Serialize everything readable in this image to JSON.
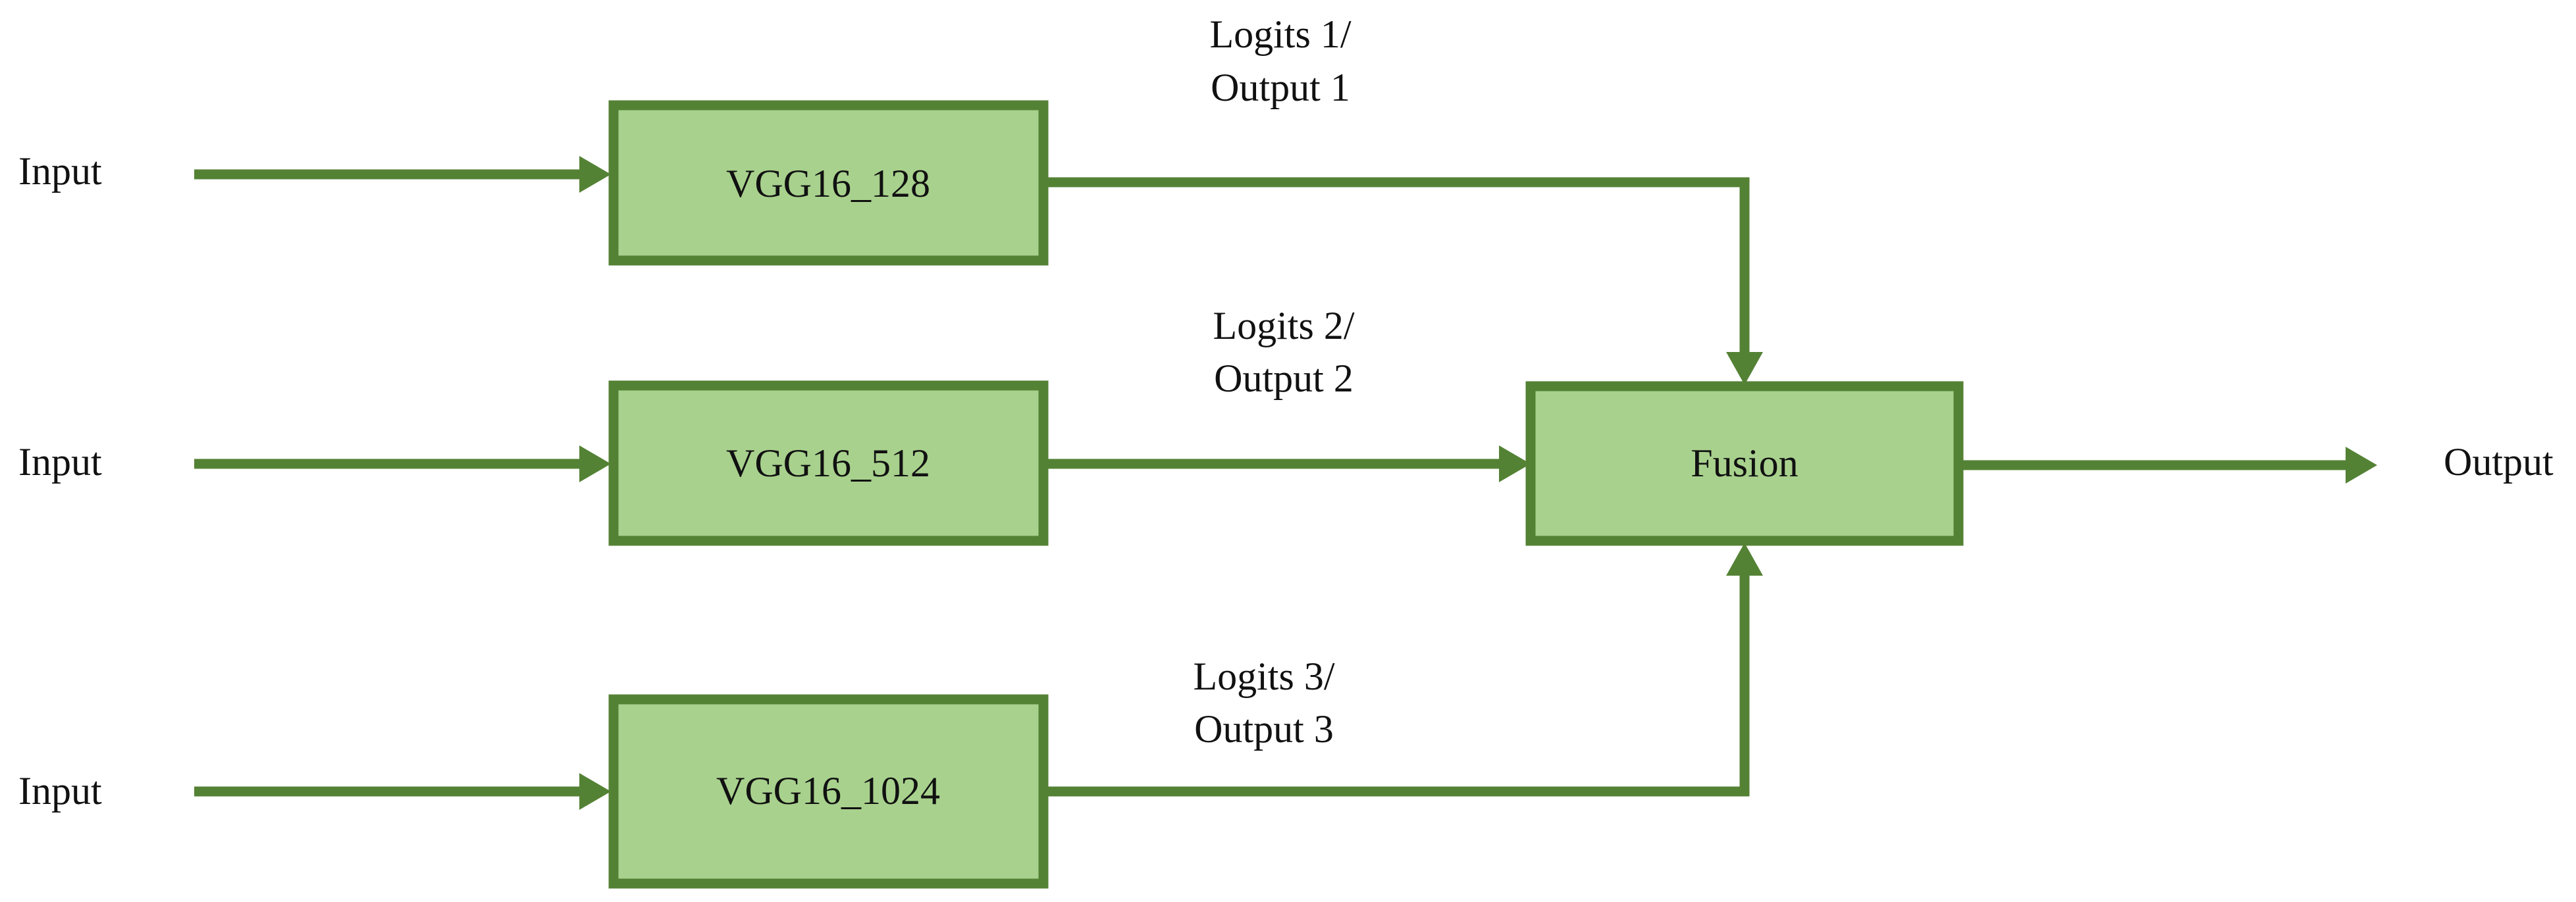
{
  "diagram": {
    "inputs": [
      {
        "label": "Input"
      },
      {
        "label": "Input"
      },
      {
        "label": "Input"
      }
    ],
    "models": [
      {
        "label": "VGG16_128"
      },
      {
        "label": "VGG16_512"
      },
      {
        "label": "VGG16_1024"
      }
    ],
    "edge_labels": [
      {
        "line1": "Logits 1/",
        "line2": "Output 1"
      },
      {
        "line1": "Logits 2/",
        "line2": "Output 2"
      },
      {
        "line1": "Logits 3/",
        "line2": "Output 3"
      }
    ],
    "fusion": {
      "label": "Fusion"
    },
    "output": {
      "label": "Output"
    },
    "colors": {
      "box_fill": "#a8d18d",
      "box_stroke": "#548235",
      "arrow": "#548235",
      "text": "#111111"
    }
  }
}
